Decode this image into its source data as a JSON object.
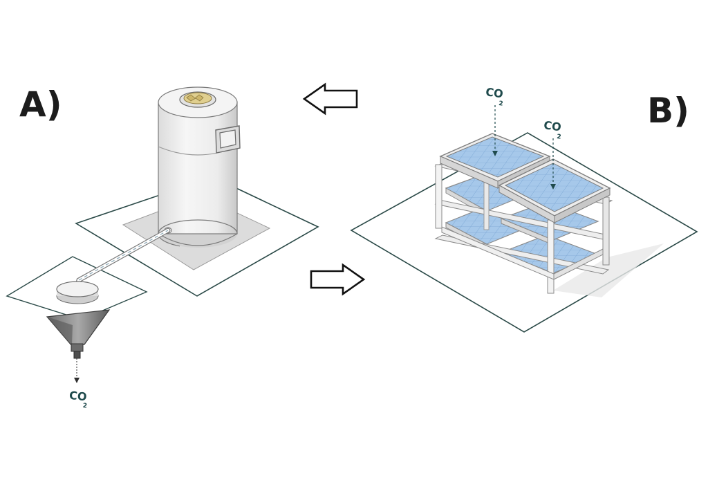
{
  "panels": {
    "a_label": "A)",
    "b_label": "B)"
  },
  "co2": {
    "main": "CO",
    "sub": "2"
  },
  "colors": {
    "outline": "#2b4a48",
    "water": "#9fc3e6",
    "metal_light": "#efefef",
    "metal_shade": "#cfcfcf",
    "co2_text": "#1f4a4c"
  },
  "icons": [
    "left-arrow-icon",
    "right-arrow-icon"
  ]
}
